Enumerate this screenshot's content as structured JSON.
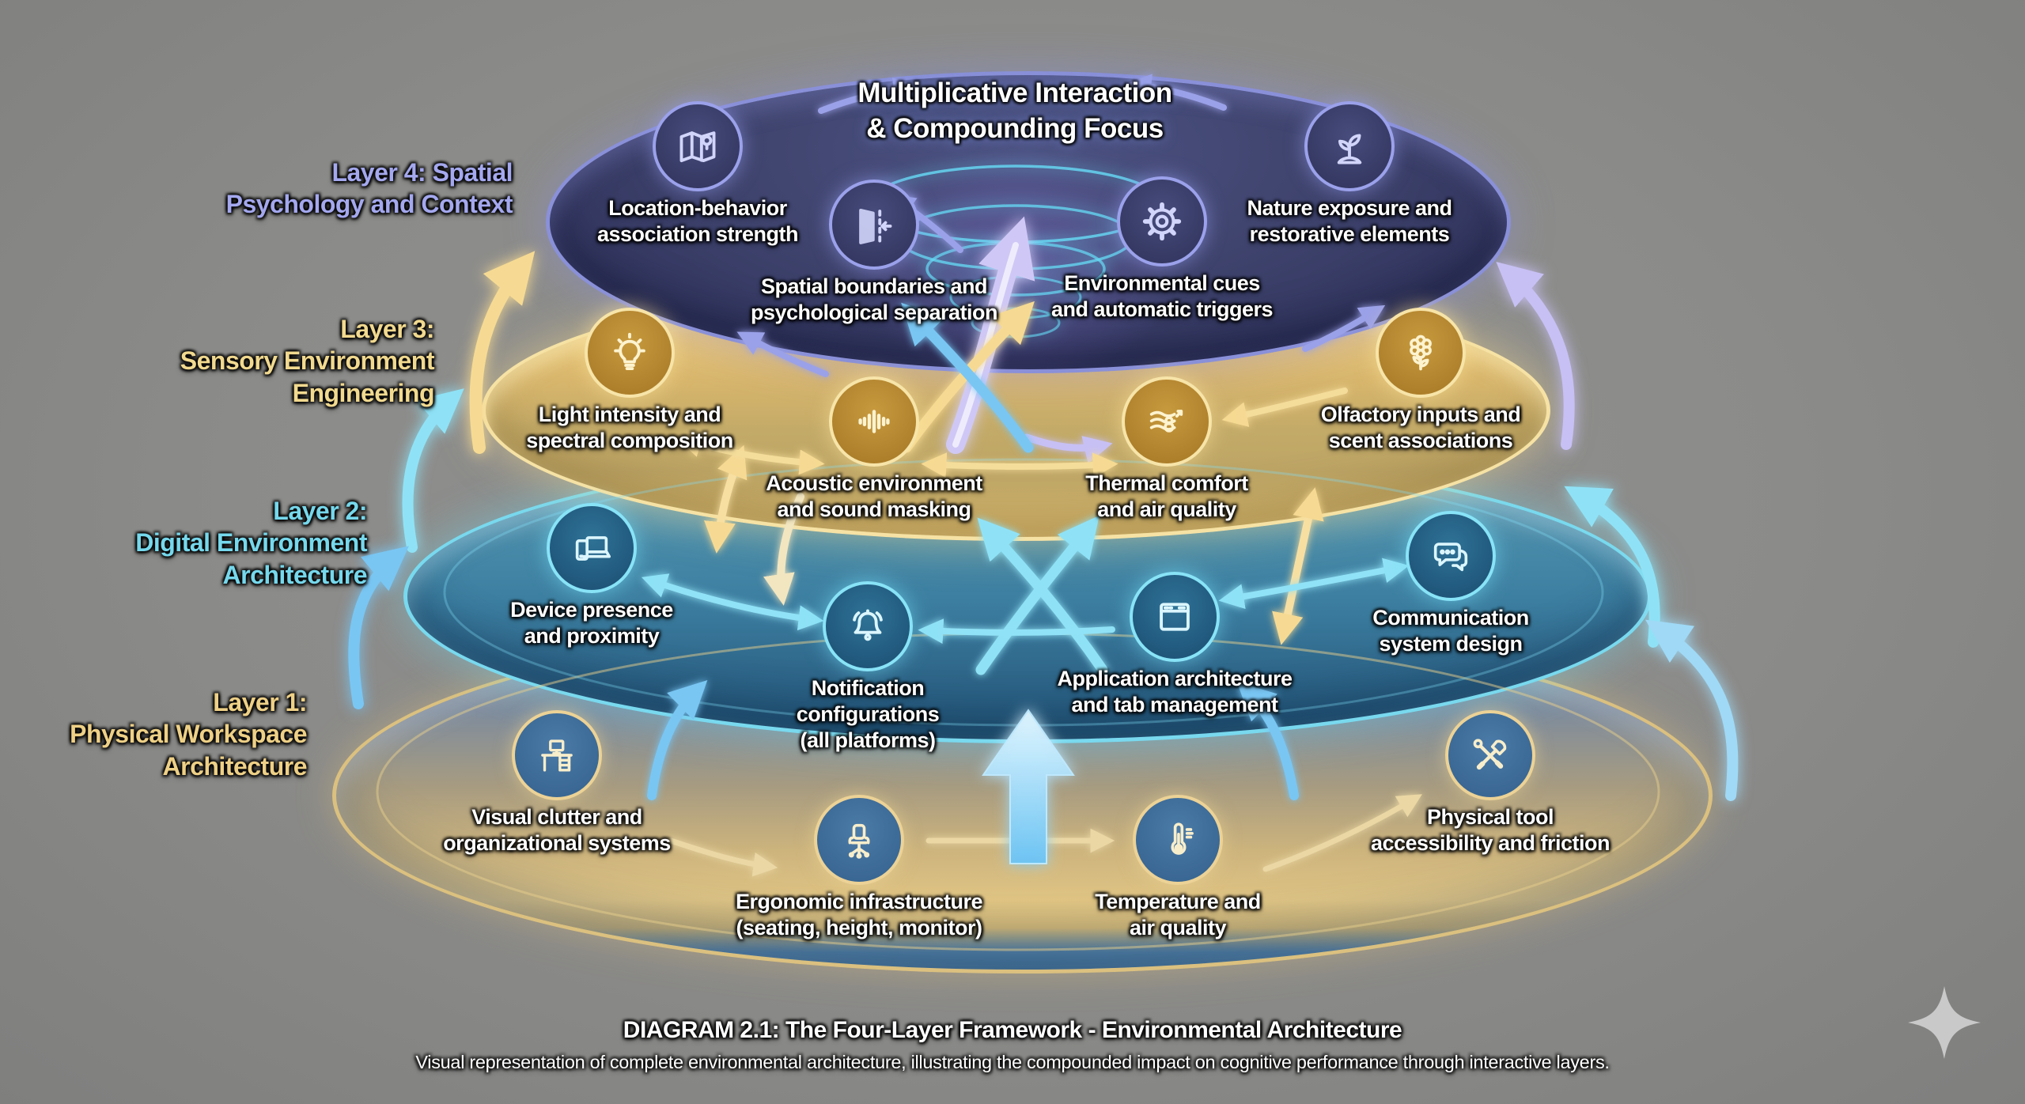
{
  "title": {
    "text": "Multiplicative Interaction\n& Compounding Focus"
  },
  "layers": [
    {
      "name": "Layer 4",
      "label": "Layer 4: Spatial\nPsychology and Context",
      "label_color": "#a4a8ee",
      "ring_color": "#8a90d8",
      "fill_color": "#3a3e68",
      "nodes": [
        {
          "icon": "map-location-icon",
          "label": "Location-behavior\nassociation strength"
        },
        {
          "icon": "door-boundary-icon",
          "label": "Spatial boundaries and\npsychological separation"
        },
        {
          "icon": "gear-icon",
          "label": "Environmental cues\nand automatic triggers"
        },
        {
          "icon": "plant-sprout-icon",
          "label": "Nature exposure and\nrestorative elements"
        }
      ]
    },
    {
      "name": "Layer 3",
      "label": "Layer 3:\nSensory Environment\nEngineering",
      "label_color": "#f1d98f",
      "ring_color": "#f6e2a4",
      "fill_color": "#d8b66c",
      "nodes": [
        {
          "icon": "lightbulb-icon",
          "label": "Light intensity and\nspectral composition"
        },
        {
          "icon": "sound-waveform-icon",
          "label": "Acoustic environment\nand sound masking"
        },
        {
          "icon": "air-flow-icon",
          "label": "Thermal comfort\nand air quality"
        },
        {
          "icon": "flower-icon",
          "label": "Olfactory inputs and\nscent associations"
        }
      ]
    },
    {
      "name": "Layer 2",
      "label": "Layer 2:\nDigital Environment\nArchitecture",
      "label_color": "#76d8ec",
      "ring_color": "#79d9ee",
      "fill_color": "#3c7ea0",
      "nodes": [
        {
          "icon": "devices-icon",
          "label": "Device presence\nand proximity"
        },
        {
          "icon": "bell-icon",
          "label": "Notification\nconfigurations\n(all platforms)"
        },
        {
          "icon": "browser-window-icon",
          "label": "Application architecture\nand tab management"
        },
        {
          "icon": "chat-bubbles-icon",
          "label": "Communication\nsystem design"
        }
      ]
    },
    {
      "name": "Layer 1",
      "label": "Layer 1:\nPhysical Workspace\nArchitecture",
      "label_color": "#eed086",
      "ring_color": "#dbc07f",
      "fill_color": "#cdb47d",
      "nodes": [
        {
          "icon": "desk-icon",
          "label": "Visual clutter and\norganizational systems"
        },
        {
          "icon": "office-chair-icon",
          "label": "Ergonomic infrastructure\n(seating, height, monitor)"
        },
        {
          "icon": "thermometer-icon",
          "label": "Temperature and\nair quality"
        },
        {
          "icon": "tools-icon",
          "label": "Physical tool\naccessibility and friction"
        }
      ]
    }
  ],
  "caption": {
    "heading": "DIAGRAM 2.1: The Four-Layer Framework - Environmental Architecture",
    "subheading": "Visual representation of complete environmental architecture, illustrating the compounded impact on cognitive performance through interactive layers."
  },
  "colors": {
    "background": "#8b8b89",
    "vortex_glow": "#5fd8f2",
    "arrow_gold": "#f6da93",
    "arrow_cyan": "#8fe2f6",
    "arrow_blue": "#79c6f3",
    "arrow_periwinkle": "#9ba1e8",
    "arrow_lavender": "#cfc8f6",
    "label_text": "#ffffff",
    "sparkle": "#c9c9c9"
  }
}
